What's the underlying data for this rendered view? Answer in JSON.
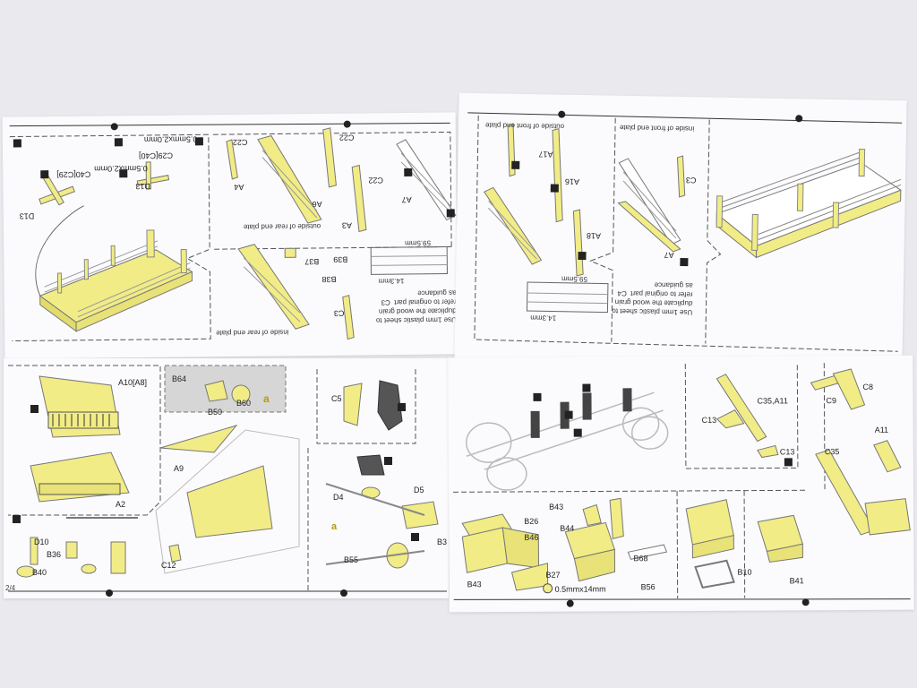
{
  "colors": {
    "paper": "#fbfbfd",
    "part_yellow": "#f1ec86",
    "line": "#333333",
    "panel_gray": "#d6d6d6"
  },
  "page_numbers": {
    "bottom_left": "2/4"
  },
  "top_left_labels": [
    "C22",
    "A4",
    "A6",
    "A3",
    "C22",
    "C22",
    "C40[C29]",
    "C29[C40]",
    "0.5mmx2.0mm",
    "0.5mmx2.0mm",
    "D13",
    "D13",
    "B37",
    "B39",
    "B38",
    "C3",
    "A7"
  ],
  "top_left_notes": {
    "rear_outside": "outside of rear end plate",
    "rear_inside": "inside of rear end plate",
    "guidance": "Use 1mm plastic sheet to\nduplicate the wood grain\nrefer to original part  C3\nas guidance",
    "dim_w": "59.5mm",
    "dim_h": "14.3mm"
  },
  "top_right_labels": [
    "A17",
    "A16",
    "A18",
    "A7",
    "C3"
  ],
  "top_right_notes": {
    "front_outside": "outside of front end plate",
    "front_inside": "inside of front end plate",
    "guidance": "Use 1mm plastic sheet to\nduplicate the wood grain\nrefer to original part  C4\nas guidance",
    "dim_w": "59.5mm",
    "dim_h": "14.3mm"
  },
  "bottom_left_labels": {
    "a10": "A10[A8]",
    "b64": "B64",
    "b50": "B50",
    "b60": "B60",
    "a_tag": "a",
    "c5": "C5",
    "a9": "A9",
    "a2": "A2",
    "d10": "D10",
    "b36": "B36",
    "b40": "B40",
    "c12": "C12",
    "d4": "D4",
    "d5": "D5",
    "b55": "B55",
    "b3": "B3",
    "a_tag2": "a"
  },
  "bottom_right_labels": {
    "c8": "C8",
    "c9": "C9",
    "a11": "A11",
    "c35a11": "C35,A11",
    "c13a": "C13",
    "c13b": "C13",
    "c35": "C35",
    "b26": "B26",
    "b46": "B46",
    "b43a": "B43",
    "b43b": "B43",
    "b44": "B44",
    "b68": "B68",
    "b27": "B27",
    "dim": "0.5mmx14mm",
    "b56": "B56",
    "b10": "B10",
    "b41": "B41"
  }
}
